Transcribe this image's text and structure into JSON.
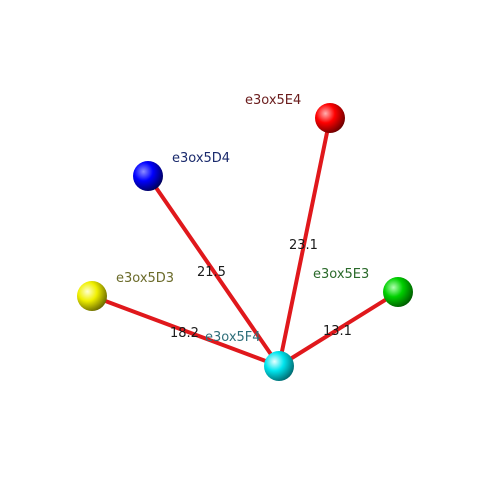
{
  "nodes": [
    {
      "id": "center",
      "label": "e3ox5F4",
      "color": "#00e5ee",
      "label_color": "#2f6f7a"
    },
    {
      "id": "blue",
      "label": "e3ox5D4",
      "color": "#0000ff",
      "label_color": "#1a2a6c"
    },
    {
      "id": "red",
      "label": "e3ox5E4",
      "color": "#ff0000",
      "label_color": "#6a1c1c"
    },
    {
      "id": "yellow",
      "label": "e3ox5D3",
      "color": "#f0f000",
      "label_color": "#6b6b2a"
    },
    {
      "id": "green",
      "label": "e3ox5E3",
      "color": "#00d000",
      "label_color": "#2a6a2a"
    }
  ],
  "edges": [
    {
      "from": "center",
      "to": "blue",
      "label": "21.5",
      "color": "#e0181c"
    },
    {
      "from": "center",
      "to": "red",
      "label": "23.1",
      "color": "#e0181c"
    },
    {
      "from": "center",
      "to": "yellow",
      "label": "18.2",
      "color": "#e0181c"
    },
    {
      "from": "center",
      "to": "green",
      "label": "13.1",
      "color": "#e0181c"
    }
  ]
}
